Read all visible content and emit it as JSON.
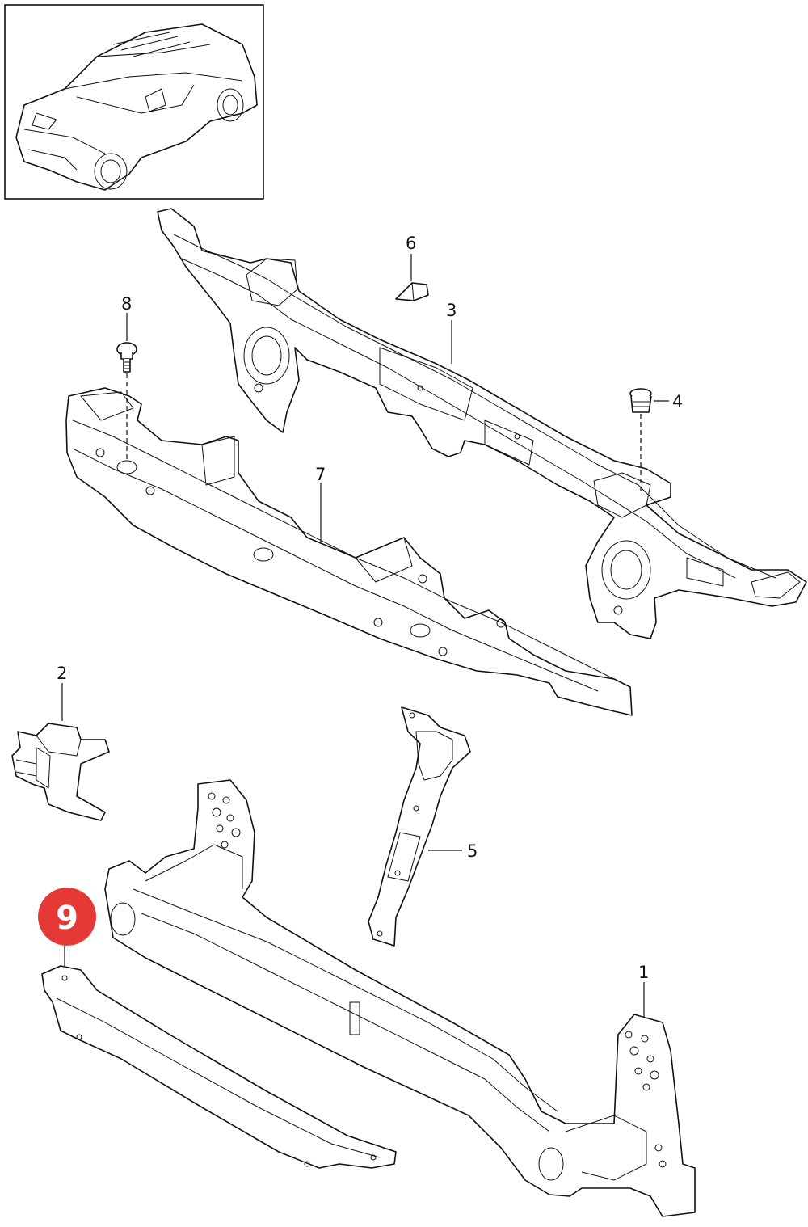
{
  "callouts": [
    {
      "id": "1",
      "label": "1",
      "highlighted": false
    },
    {
      "id": "2",
      "label": "2",
      "highlighted": false
    },
    {
      "id": "3",
      "label": "3",
      "highlighted": false
    },
    {
      "id": "4",
      "label": "4",
      "highlighted": false
    },
    {
      "id": "5",
      "label": "5",
      "highlighted": false
    },
    {
      "id": "6",
      "label": "6",
      "highlighted": false
    },
    {
      "id": "7",
      "label": "7",
      "highlighted": false
    },
    {
      "id": "8",
      "label": "8",
      "highlighted": false
    },
    {
      "id": "9",
      "label": "9",
      "highlighted": true
    }
  ],
  "highlight_color": "#e53935"
}
